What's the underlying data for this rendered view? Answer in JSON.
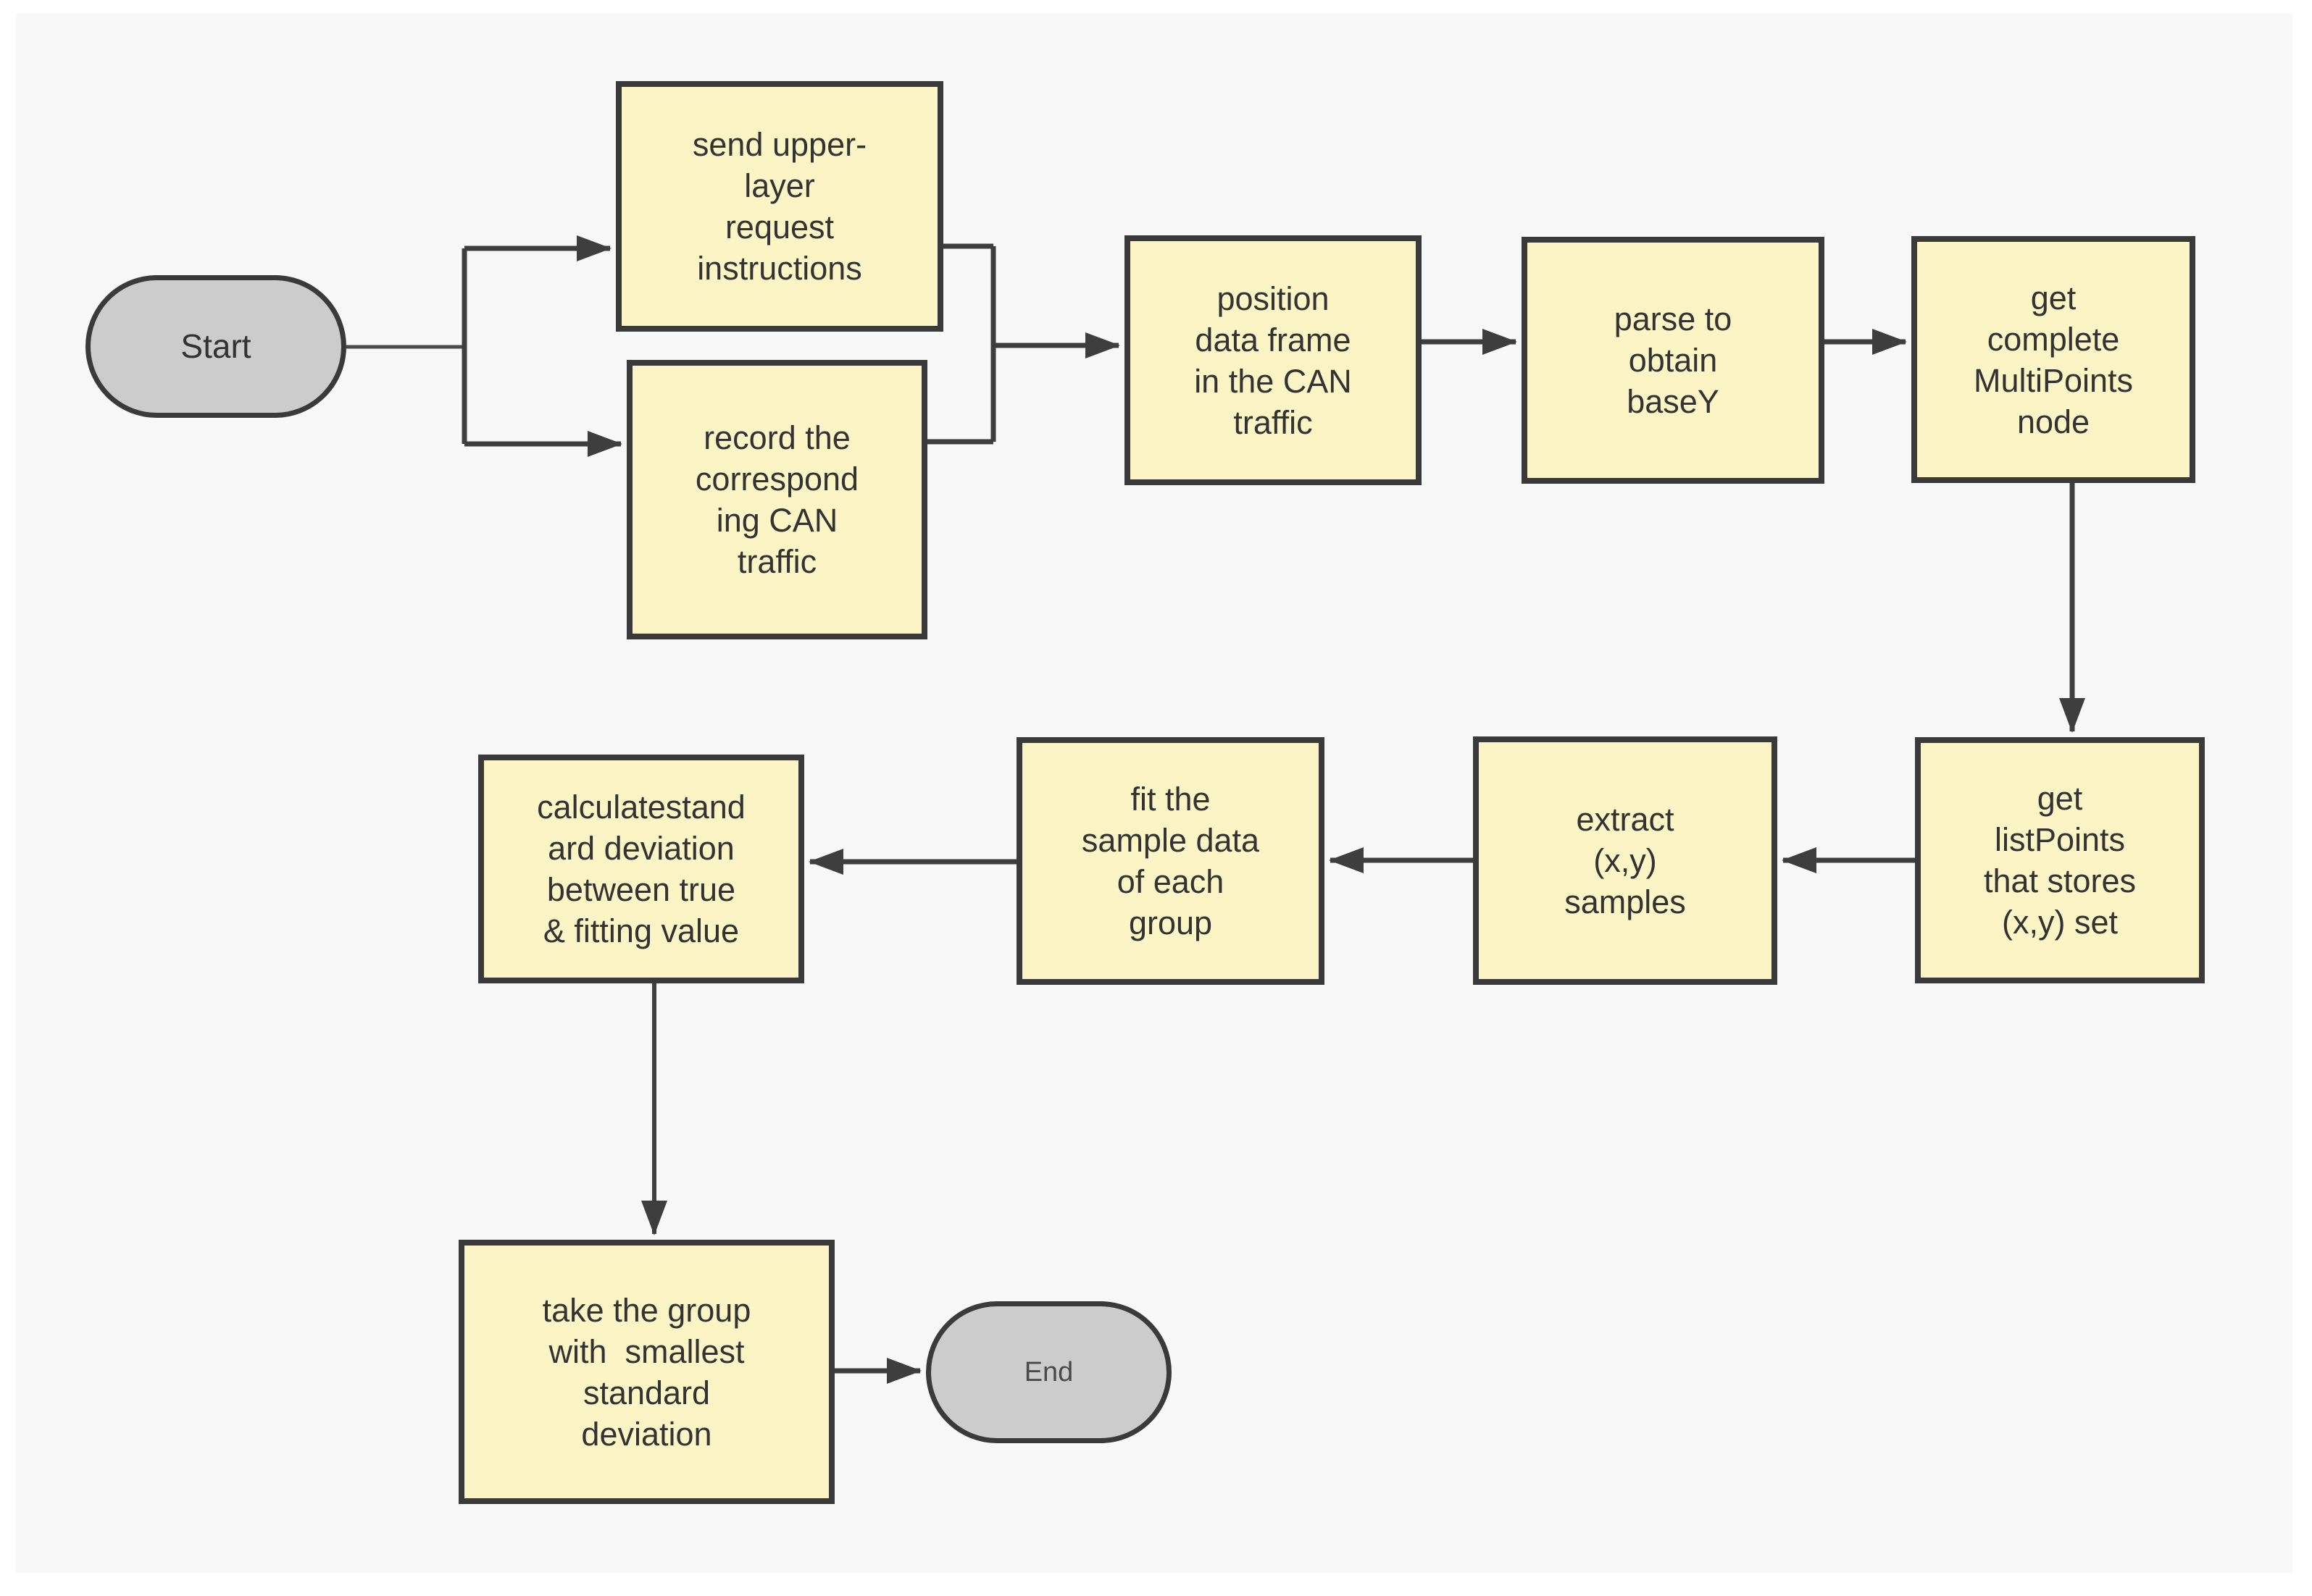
{
  "diagram": {
    "type": "flowchart",
    "canvas": {
      "page_background": "#ffffff",
      "background": "#f8f8f8"
    },
    "styles": {
      "process_fill": "#fbf5c6",
      "terminal_fill": "#cccccc",
      "border_color": "#3a3a3a",
      "connector_color": "#3e3e3e",
      "text_color": "#333333"
    },
    "nodes": [
      {
        "id": "start",
        "type": "terminal",
        "label": "Start"
      },
      {
        "id": "send-upper-layer",
        "type": "process",
        "label": "send upper-\nlayer\nrequest\ninstructions"
      },
      {
        "id": "record-can-traffic",
        "type": "process",
        "label": "record the\ncorrespond\ning CAN\ntraffic"
      },
      {
        "id": "position-data-frame",
        "type": "process",
        "label": "position\ndata frame\nin the CAN\ntraffic"
      },
      {
        "id": "parse-basey",
        "type": "process",
        "label": "parse to\nobtain\nbaseY"
      },
      {
        "id": "get-multipoints",
        "type": "process",
        "label": "get\ncomplete\nMultiPoints\nnode"
      },
      {
        "id": "get-listpoints",
        "type": "process",
        "label": "get\nlistPoints\nthat stores\n(x,y) set"
      },
      {
        "id": "extract-samples",
        "type": "process",
        "label": "extract\n(x,y)\nsamples"
      },
      {
        "id": "fit-sample-data",
        "type": "process",
        "label": "fit the\nsample data\nof each\ngroup"
      },
      {
        "id": "calc-std-dev",
        "type": "process",
        "label": "calculatestand\nard deviation\nbetween true\n& fitting value"
      },
      {
        "id": "take-smallest",
        "type": "process",
        "label": "take the group\nwith  smallest\nstandard\ndeviation"
      },
      {
        "id": "end",
        "type": "terminal",
        "label": "End"
      }
    ],
    "edges": [
      {
        "from": "start",
        "to": "send-upper-layer"
      },
      {
        "from": "start",
        "to": "record-can-traffic"
      },
      {
        "from": "send-upper-layer",
        "to": "position-data-frame"
      },
      {
        "from": "record-can-traffic",
        "to": "position-data-frame"
      },
      {
        "from": "position-data-frame",
        "to": "parse-basey"
      },
      {
        "from": "parse-basey",
        "to": "get-multipoints"
      },
      {
        "from": "get-multipoints",
        "to": "get-listpoints"
      },
      {
        "from": "get-listpoints",
        "to": "extract-samples"
      },
      {
        "from": "extract-samples",
        "to": "fit-sample-data"
      },
      {
        "from": "fit-sample-data",
        "to": "calc-std-dev"
      },
      {
        "from": "calc-std-dev",
        "to": "take-smallest"
      },
      {
        "from": "take-smallest",
        "to": "end"
      }
    ]
  }
}
